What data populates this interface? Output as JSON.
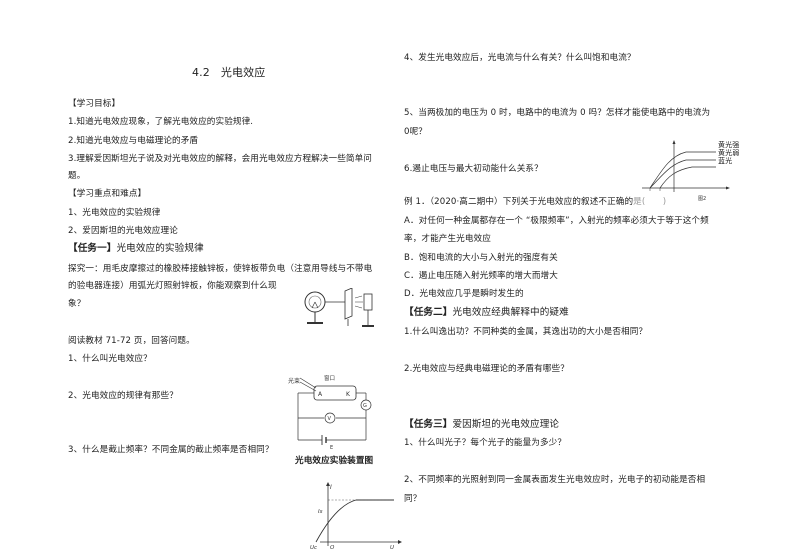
{
  "left": {
    "title": "4.2　光电效应",
    "objectives_heading": "【学习目标】",
    "objectives": [
      "1.知道光电效应现象，了解光电效应的实验规律.",
      "2.知道光电效应与电磁理论的矛盾",
      "3.理解爱因斯坦光子说及对光电效应的解释，会用光电效应方程解决一些简单问",
      "题。"
    ],
    "keypoints_heading": "【学习重点和难点】",
    "keypoints": [
      "1、光电效应的实验规律",
      "2、爱因斯坦的光电效应理论"
    ],
    "task1_bracket": "【任务一】",
    "task1_title": "光电效应的实验规律",
    "explore": [
      "探究一：用毛皮摩擦过的橡胶棒接触锌板，使锌板带负电（注意用导线与不带电",
      "的验电器连接）用弧光灯照射锌板，你能观察到什么现",
      "象？"
    ],
    "read": "阅读教材 71-72 页，回答问题。",
    "q1": "1、什么叫光电效应？",
    "q2": "2、光电效应的规律有那些？",
    "q3": "3、什么是截止频率？不同金属的截止频率是否相同？",
    "fig_caption": "光电效应实验装置图"
  },
  "right": {
    "q4": "4、发生光电效应后，光电流与什么有关？什么叫饱和电流？",
    "q5a": "5、当两极加的电压为 0 时，电路中的电流为 0 吗？怎样才能使电路中的电流为",
    "q5b": "0呢？",
    "q6": "6.遏止电压与最大初动能什么关系？",
    "graph_labels": [
      "黄光强",
      "黄光弱",
      "蓝光"
    ],
    "graph_fig": "图2",
    "example_lines": [
      "例 1．（2020·高二期中）下列关于光电效应的叙述不正确的",
      "A．对任何一种金属都存在一个 “极限频率”，入射光的频率必须大于等于这个频",
      "率，才能产生光电效应",
      "B．饱和电流的大小与入射光的强度有关",
      "C．遏止电压随入射光频率的增大而增大",
      "D．光电效应几乎是瞬时发生的"
    ],
    "example_suffix": "是(　　)",
    "task2_bracket": "【任务二】",
    "task2_title": "光电效应经典解释中的疑难",
    "t2q1": "1.什么叫逸出功？不同种类的金属，其逸出功的大小是否相同？",
    "t2q2": "2.光电效应与经典电磁理论的矛盾有哪些？",
    "task3_bracket": "【任务三】",
    "task3_title": "爱因斯坦的光电效应理论",
    "t3q1": "1、什么叫光子？每个光子的能量为多少？",
    "t3q2a": "2、不同频率的光照射到同一金属表面发生光电效应时，光电子的初动能是否相",
    "t3q2b": "同？"
  },
  "figures": {
    "apparatus_labels": [
      "光束",
      "窗口",
      "A",
      "K",
      "G",
      "V",
      "E"
    ],
    "iu_labels": [
      "I",
      "Is",
      "Uc",
      "O",
      "U"
    ]
  }
}
